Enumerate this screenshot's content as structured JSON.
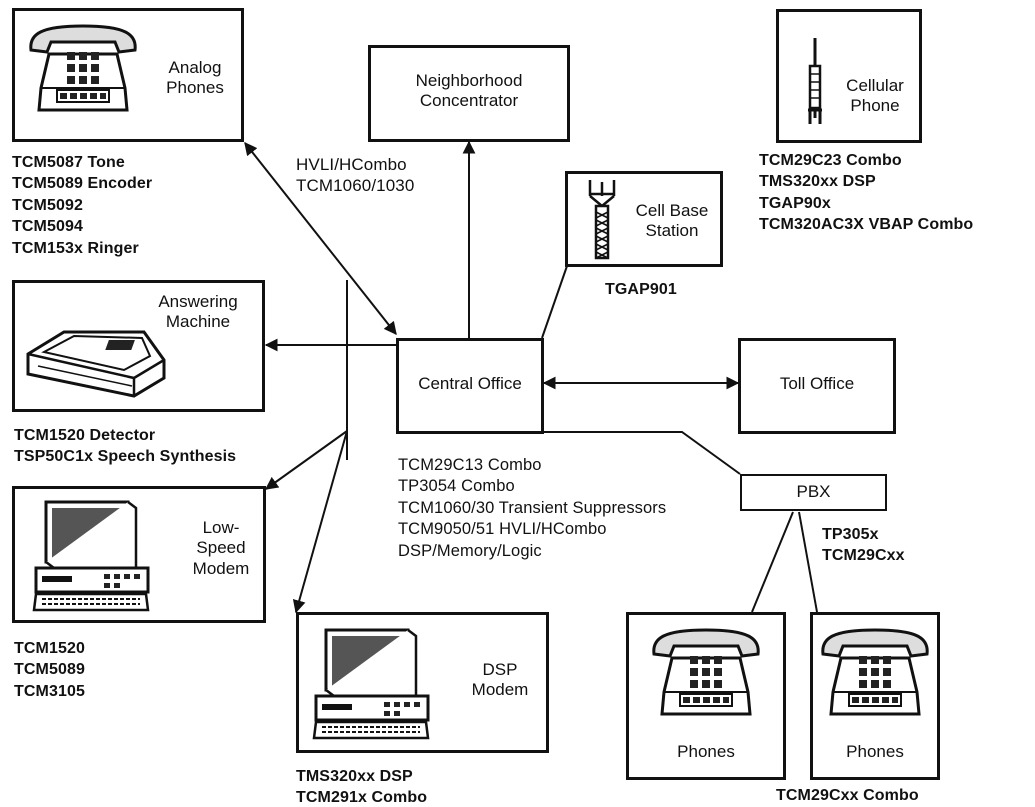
{
  "nodes": {
    "analog_phones": {
      "label": [
        "Analog",
        "Phones"
      ],
      "icon": "desk-telephone-icon"
    },
    "neighborhood": {
      "label": [
        "Neighborhood",
        "Concentrator"
      ]
    },
    "cellular_phone": {
      "label": [
        "Cellular",
        "Phone"
      ],
      "icon": "cellular-phone-icon"
    },
    "cell_base": {
      "label": [
        "Cell Base",
        "Station"
      ],
      "icon": "antenna-tower-icon"
    },
    "answering": {
      "label": [
        "Answering",
        "Machine"
      ],
      "icon": "answering-machine-icon"
    },
    "central_office": {
      "label": "Central Office"
    },
    "toll_office": {
      "label": "Toll Office"
    },
    "low_speed_modem": {
      "label": [
        "Low-",
        "Speed",
        "Modem"
      ],
      "icon": "computer-icon"
    },
    "pbx": {
      "label": "PBX"
    },
    "dsp_modem": {
      "label": [
        "DSP",
        "Modem"
      ],
      "icon": "computer-icon"
    },
    "phones_left": {
      "label": "Phones",
      "icon": "desk-telephone-icon"
    },
    "phones_right": {
      "label": "Phones",
      "icon": "desk-telephone-icon"
    }
  },
  "parts": {
    "analog_phones": [
      "TCM5087 Tone",
      "TCM5089 Encoder",
      "TCM5092",
      "TCM5094",
      "TCM153x Ringer"
    ],
    "neighborhood_link": [
      "HVLI/HCombo",
      "TCM1060/1030"
    ],
    "cellular_phone": [
      "TCM29C23 Combo",
      "TMS320xx DSP",
      "TGAP90x",
      "TCM320AC3X VBAP Combo"
    ],
    "cell_base": [
      "TGAP901"
    ],
    "answering": [
      "TCM1520 Detector",
      "TSP50C1x Speech Synthesis"
    ],
    "central_office": [
      "TCM29C13 Combo",
      "TP3054 Combo",
      "TCM1060/30 Transient Suppressors",
      "TCM9050/51 HVLI/HCombo",
      "DSP/Memory/Logic"
    ],
    "low_speed_modem": [
      "TCM1520",
      "TCM5089",
      "TCM3105"
    ],
    "pbx": [
      "TP305x",
      "TCM29Cxx"
    ],
    "dsp_modem": [
      "TMS320xx DSP",
      "TCM291x Combo"
    ],
    "phones": [
      "TCM29Cxx Combo"
    ]
  }
}
